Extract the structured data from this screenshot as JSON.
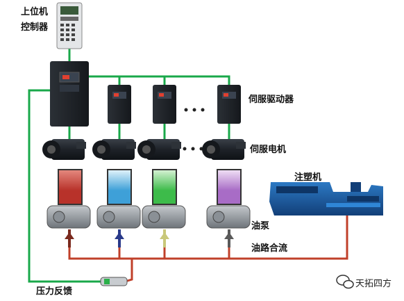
{
  "labels": {
    "upper_computer": "上位机",
    "controller": "控制器",
    "servo_driver": "伺服驱动器",
    "servo_motor": "伺服电机",
    "oil_pump": "油泵",
    "oil_merge": "油路合流",
    "injection_machine": "注塑机",
    "pressure_feedback": "压力反馈",
    "watermark": "天拓四方"
  },
  "colors": {
    "signal_line": "#19a84a",
    "oil_line": "#c0402a",
    "driver_body": "#1c2025",
    "driver_panel": "#2c3138",
    "machine_blue": "#1d5fa6",
    "tank_fills": [
      "#b8322a",
      "#3ea0d8",
      "#3dbb4a",
      "#a86cc6"
    ],
    "pump_arrows": [
      "#7a2a1e",
      "#2a3a8a",
      "#c9c87a",
      "#5a5a5a"
    ]
  },
  "icons": [
    "dots-ellipsis-icon",
    "wechat-icon"
  ]
}
